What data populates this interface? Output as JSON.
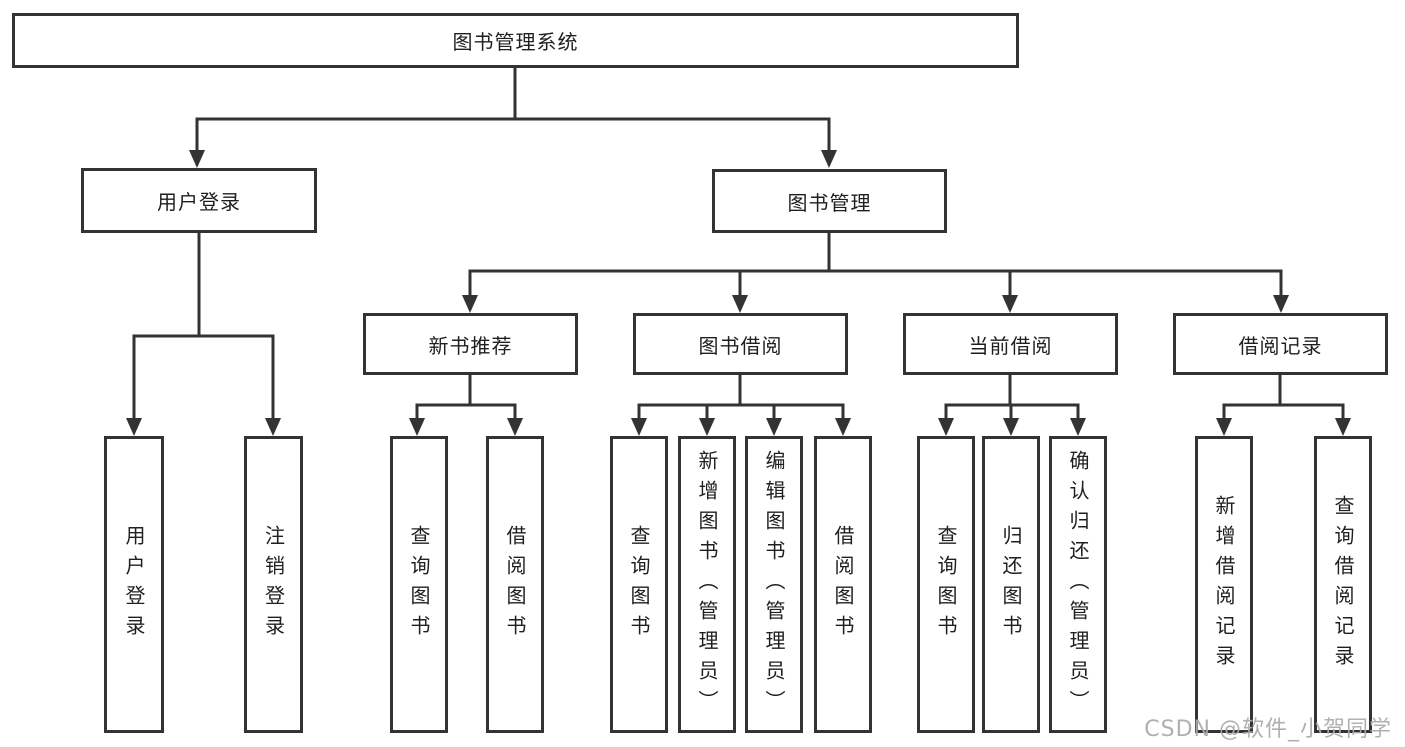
{
  "diagram": {
    "root": {
      "label": "图书管理系统"
    },
    "branches": [
      {
        "label": "用户登录",
        "children": [
          {
            "label": "用户登录"
          },
          {
            "label": "注销登录"
          }
        ]
      },
      {
        "label": "图书管理",
        "children": [
          {
            "label": "新书推荐",
            "children": [
              {
                "label": "查询图书"
              },
              {
                "label": "借阅图书"
              }
            ]
          },
          {
            "label": "图书借阅",
            "children": [
              {
                "label": "查询图书"
              },
              {
                "label": "新增图书（管理员）"
              },
              {
                "label": "编辑图书（管理员）"
              },
              {
                "label": "借阅图书"
              }
            ]
          },
          {
            "label": "当前借阅",
            "children": [
              {
                "label": "查询图书"
              },
              {
                "label": "归还图书"
              },
              {
                "label": "确认归还（管理员）"
              }
            ]
          },
          {
            "label": "借阅记录",
            "children": [
              {
                "label": "新增借阅记录"
              },
              {
                "label": "查询借阅记录"
              }
            ]
          }
        ]
      }
    ],
    "watermark": "CSDN @软件_小贺同学",
    "colors": {
      "line": "#333333",
      "text": "#1f1f1f",
      "watermark": "#acacac",
      "background": "#ffffff"
    }
  }
}
